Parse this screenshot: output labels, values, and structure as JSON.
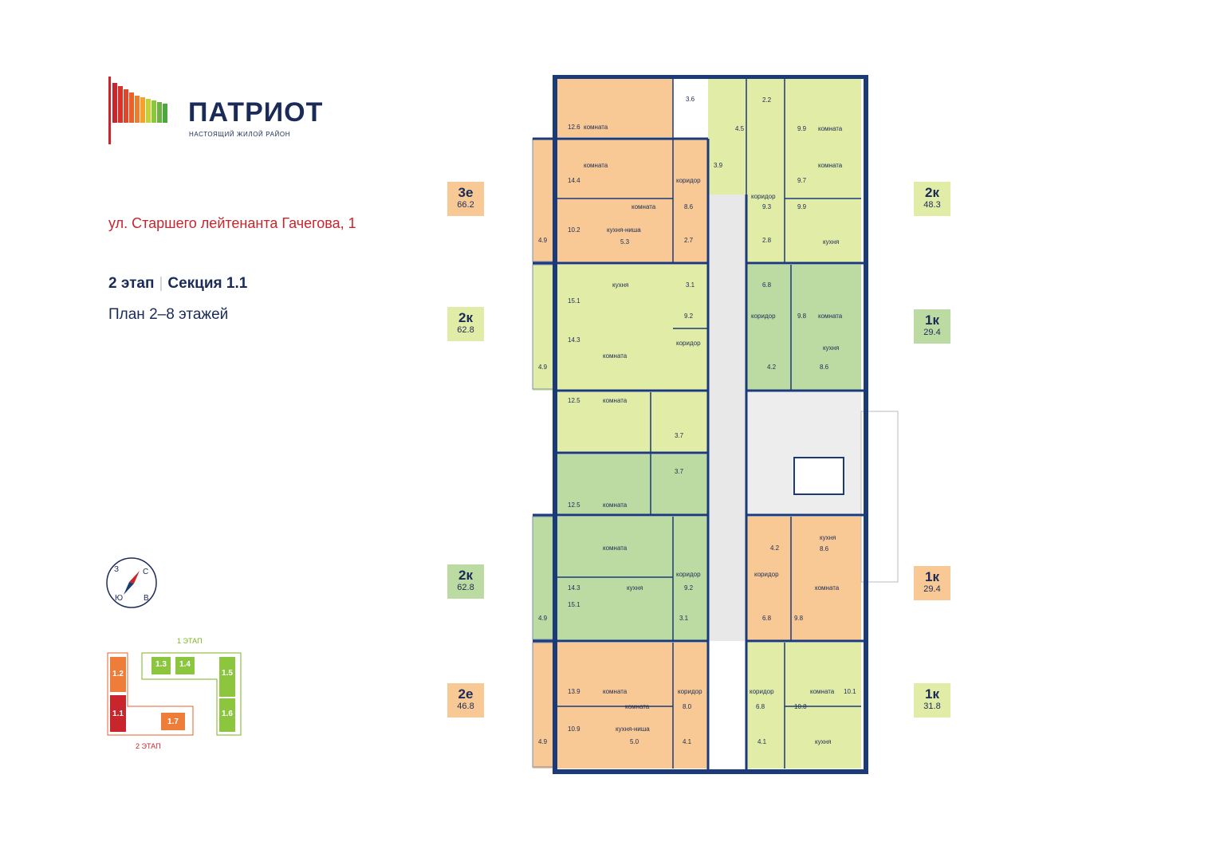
{
  "logo": {
    "name": "ПАТРИОТ",
    "tagline": "НАСТОЯЩИЙ ЖИЛОЙ РАЙОН"
  },
  "address": "ул. Старшего лейтенанта Гачегова, 1",
  "stage": "2 этап",
  "section": "Секция 1.1",
  "plan": "План 2–8 этажей",
  "colors": {
    "orange": "#f8c995",
    "yellow": "#e1eca7",
    "green": "#bcdba2",
    "wall": "#1b3a78",
    "brand_red": "#c9252c"
  },
  "compass": {
    "n": "С",
    "s": "Ю",
    "w": "З",
    "e": "В"
  },
  "key_plan": {
    "stage1_label": "1 ЭТАП",
    "stage2_label": "2 ЭТАП",
    "blocks": [
      "1.1",
      "1.2",
      "1.3",
      "1.4",
      "1.5",
      "1.6",
      "1.7"
    ]
  },
  "apartments": [
    {
      "type": "3е",
      "area": "66.2",
      "color": "orange"
    },
    {
      "type": "2к",
      "area": "62.8",
      "color": "yellow"
    },
    {
      "type": "2к",
      "area": "62.8",
      "color": "green"
    },
    {
      "type": "2е",
      "area": "46.8",
      "color": "orange"
    },
    {
      "type": "2к",
      "area": "48.3",
      "color": "yellow"
    },
    {
      "type": "1к",
      "area": "29.4",
      "color": "green"
    },
    {
      "type": "1к",
      "area": "29.4",
      "color": "orange"
    },
    {
      "type": "1к",
      "area": "31.8",
      "color": "yellow"
    }
  ],
  "rooms": {
    "r1": "12.6",
    "r1b": "комната",
    "r2": "3.6",
    "r3": "4.5",
    "r4": "2.2",
    "r5": "9.9",
    "r5b": "комната",
    "r6": "комната",
    "r7": "14.4",
    "r8": "коридор",
    "r9": "3.9",
    "r10": "комната",
    "r11": "9.7",
    "r12": "комната",
    "r13": "8.6",
    "r14": "коридор",
    "r15": "9.3",
    "r16": "9.9",
    "r17": "10.2",
    "r18": "кухня-ниша",
    "r19": "5.3",
    "r20": "2.7",
    "r21": "2.8",
    "r22": "кухня",
    "r23": "4.9",
    "r24": "кухня",
    "r25": "15.1",
    "r26": "3.1",
    "r27": "6.8",
    "r28": "9.2",
    "r29": "коридор",
    "r30": "9.8",
    "r31": "комната",
    "r32": "14.3",
    "r33": "коридор",
    "r34": "кухня",
    "r35": "комната",
    "r36": "4.2",
    "r37": "8.6",
    "r38": "4.9",
    "r39": "12.5",
    "r40": "комната",
    "r41": "3.7",
    "r42": "3.7",
    "r43": "12.5",
    "r44": "комната",
    "r45": "4.2",
    "r46": "кухня",
    "r47": "8.6",
    "r48": "комната",
    "r49": "14.3",
    "r50": "коридор",
    "r51": "коридор",
    "r52": "кухня",
    "r53": "9.2",
    "r54": "комната",
    "r55": "15.1",
    "r56": "3.1",
    "r57": "6.8",
    "r58": "9.8",
    "r59": "4.9",
    "r60": "13.9",
    "r61": "комната",
    "r62": "коридор",
    "r63": "коридор",
    "r64": "комната",
    "r65": "10.1",
    "r66": "комната",
    "r67": "8.0",
    "r68": "6.8",
    "r69": "10.8",
    "r70": "10.9",
    "r71": "кухня-ниша",
    "r72": "5.0",
    "r73": "4.1",
    "r74": "4.1",
    "r75": "кухня",
    "r76": "4.9"
  }
}
